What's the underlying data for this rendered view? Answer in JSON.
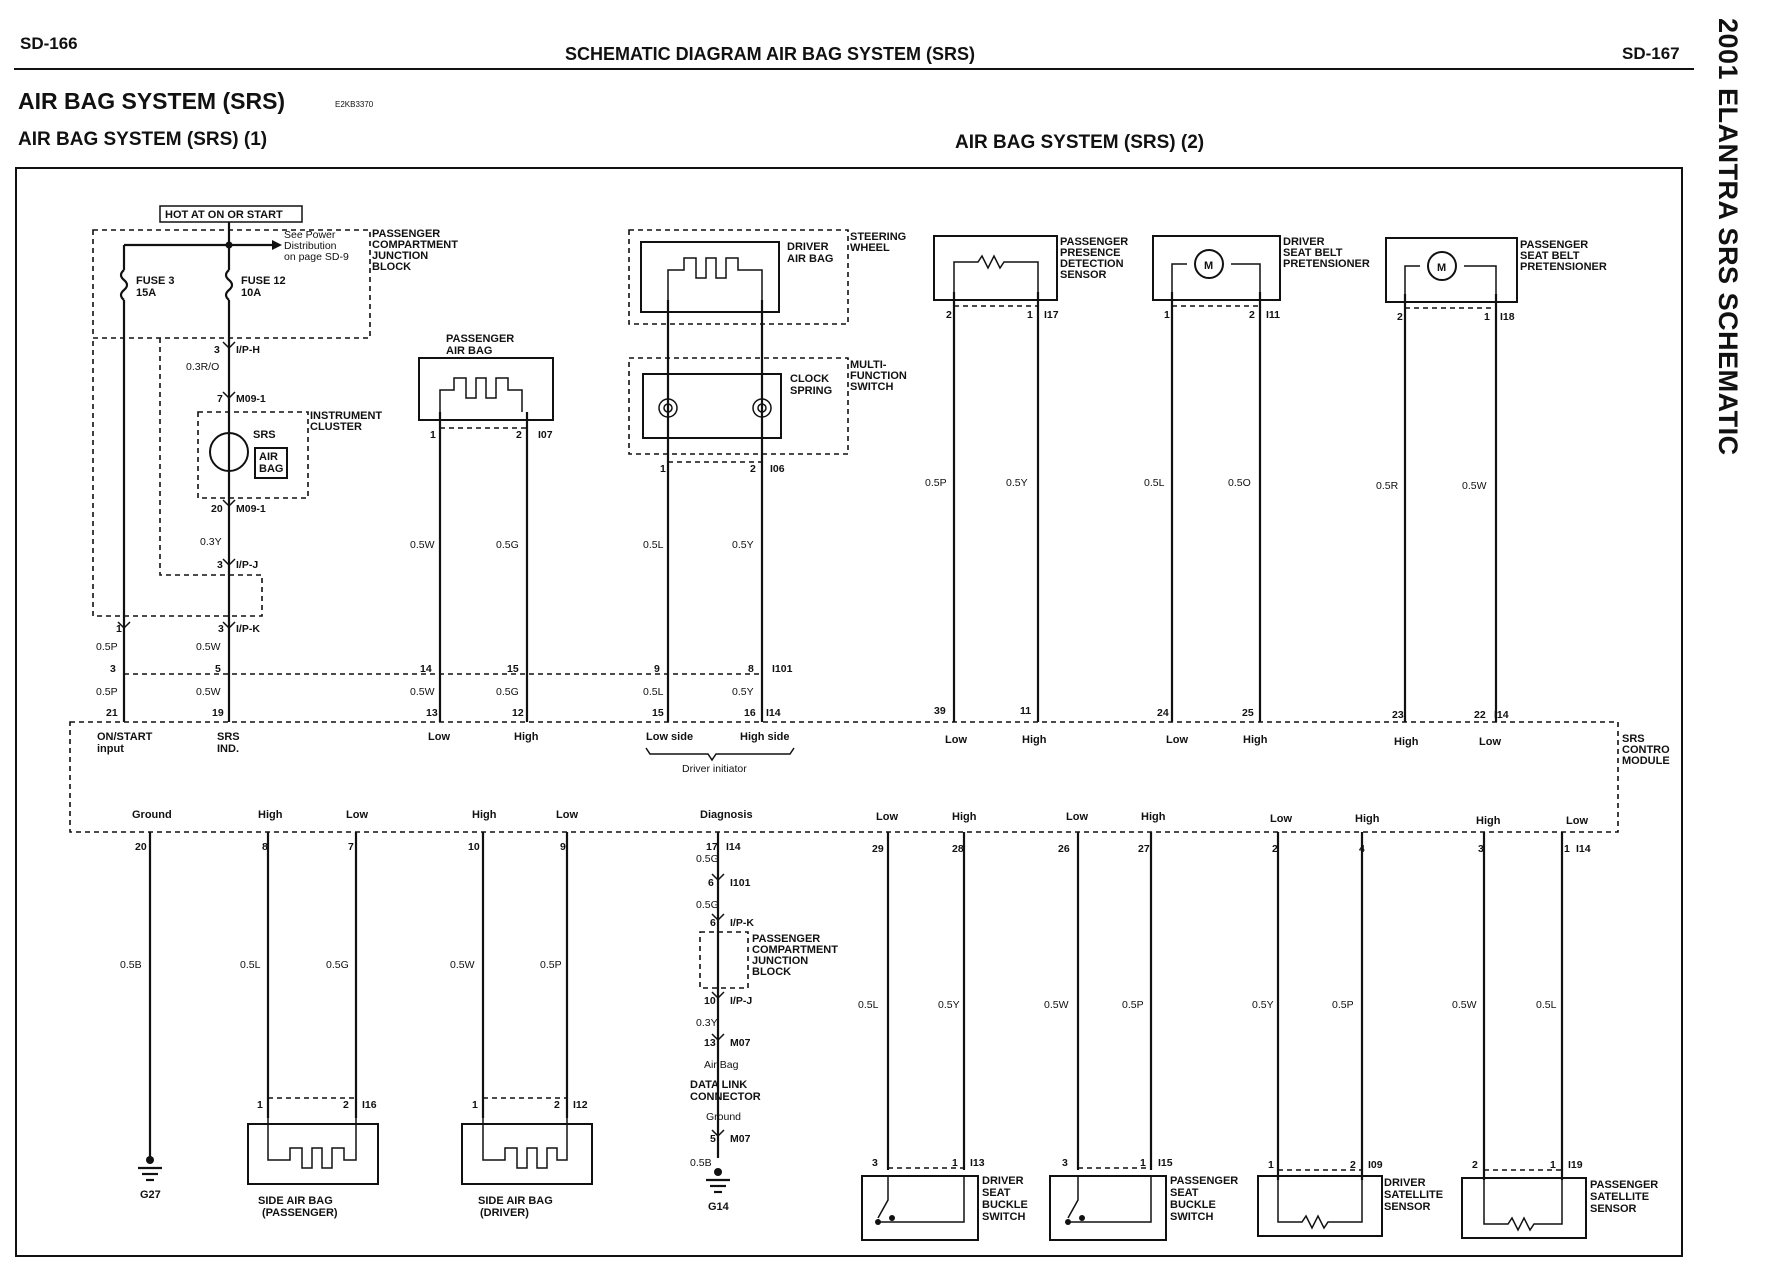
{
  "header": {
    "left_page": "SD-166",
    "title": "SCHEMATIC DIAGRAM AIR BAG SYSTEM (SRS)",
    "right_page": "SD-167",
    "side_title": "2001 ELANTRA SRS SCHEMATIC"
  },
  "section": {
    "title": "AIR BAG SYSTEM (SRS)",
    "code": "E2KB3370",
    "sub1": "AIR BAG SYSTEM (SRS) (1)",
    "sub2": "AIR BAG SYSTEM (SRS) (2)"
  },
  "power": {
    "hot_label": "HOT AT ON OR START",
    "see_power": [
      "See Power",
      "Distribution",
      "on page SD-9"
    ],
    "pcjb": [
      "PASSENGER",
      "COMPARTMENT",
      "JUNCTION",
      "BLOCK"
    ],
    "fuse3": [
      "FUSE 3",
      "15A"
    ],
    "fuse12": [
      "FUSE 12",
      "10A"
    ]
  },
  "instrument": {
    "pins_top": [
      "3",
      "I/P-H"
    ],
    "wire_top": "0.3R/O",
    "m09_top": [
      "7",
      "M09-1"
    ],
    "label": [
      "INSTRUMENT",
      "CLUSTER"
    ],
    "srs": "SRS",
    "airbag": [
      "AIR",
      "BAG"
    ],
    "m09_bot": [
      "20",
      "M09-1"
    ],
    "wire_mid": "0.3Y",
    "ipj": [
      "3",
      "I/P-J"
    ],
    "ipk": [
      "1",
      "3",
      "I/P-K"
    ]
  },
  "left_conn": {
    "w1": [
      "0.5P",
      "0.5W"
    ],
    "p1": [
      "3",
      "5"
    ],
    "w2": [
      "0.5P",
      "0.5W"
    ],
    "p2": [
      "21",
      "19"
    ]
  },
  "pass_airbag": {
    "label": [
      "PASSENGER",
      "AIR BAG"
    ],
    "pins": [
      "1",
      "2",
      "I07"
    ],
    "wires": [
      "0.5W",
      "0.5G"
    ],
    "c1": [
      "14",
      "15"
    ],
    "w2": [
      "0.5W",
      "0.5G"
    ],
    "c2": [
      "13",
      "12"
    ]
  },
  "driver_airbag": {
    "steering": [
      "STEERING",
      "WHEEL"
    ],
    "label": [
      "DRIVER",
      "AIR BAG"
    ],
    "clock": [
      "CLOCK",
      "SPRING"
    ],
    "multi": [
      "MULTI-",
      "FUNCTION",
      "SWITCH"
    ],
    "pins": [
      "1",
      "2",
      "I06"
    ],
    "wires": [
      "0.5L",
      "0.5Y"
    ],
    "c1": [
      "9",
      "8",
      "I101"
    ],
    "w2": [
      "0.5L",
      "0.5Y"
    ],
    "c2": [
      "15",
      "16",
      "I14"
    ]
  },
  "module": {
    "name": [
      "SRS",
      "CONTRO",
      "MODULE"
    ],
    "top_labels": [
      "ON/START",
      "input",
      "SRS",
      "IND.",
      "Low",
      "High",
      "Low side",
      "High side",
      "Driver initiator",
      "Low",
      "High",
      "Low",
      "High",
      "High",
      "Low"
    ],
    "bottom_labels": [
      "Ground",
      "High",
      "Low",
      "High",
      "Low",
      "Diagnosis",
      "Low",
      "High",
      "Low",
      "High",
      "Low",
      "High",
      "High",
      "Low"
    ],
    "bottom_pins": [
      "20",
      "8",
      "7",
      "10",
      "9",
      "17",
      "I14",
      "29",
      "28",
      "26",
      "27",
      "2",
      "4",
      "3",
      "1",
      "I14"
    ]
  },
  "top_right": {
    "ppd": {
      "label": [
        "PASSENGER",
        "PRESENCE",
        "DETECTION",
        "SENSOR"
      ],
      "pins": [
        "2",
        "1",
        "I17"
      ],
      "wires": [
        "0.5P",
        "0.5Y"
      ],
      "mod_pins": [
        "39",
        "11"
      ]
    },
    "dsbp": {
      "label": [
        "DRIVER",
        "SEAT BELT",
        "PRETENSIONER"
      ],
      "pins": [
        "1",
        "2",
        "I11"
      ],
      "wires": [
        "0.5L",
        "0.5O"
      ],
      "mod_pins": [
        "24",
        "25"
      ]
    },
    "psbp": {
      "label": [
        "PASSENGER",
        "SEAT BELT",
        "PRETENSIONER"
      ],
      "pins": [
        "2",
        "1",
        "I18"
      ],
      "wires": [
        "0.5R",
        "0.5W"
      ],
      "mod_pins": [
        "23",
        "22",
        "I14"
      ]
    },
    "motor": "M"
  },
  "bottom": {
    "ground1": {
      "wire": "0.5B",
      "name": "G27"
    },
    "side_pass": {
      "wires": [
        "0.5L",
        "0.5G"
      ],
      "pins": [
        "1",
        "2",
        "I16"
      ],
      "label": [
        "SIDE AIR BAG",
        "(PASSENGER)"
      ]
    },
    "side_drv": {
      "wires": [
        "0.5W",
        "0.5P"
      ],
      "pins": [
        "1",
        "2",
        "I12"
      ],
      "label": [
        "SIDE AIR BAG",
        "(DRIVER)"
      ]
    },
    "dlc": {
      "w1": "0.5G",
      "p1": [
        "6",
        "I101"
      ],
      "w2": "0.5G",
      "p2": [
        "6",
        "I/P-K"
      ],
      "pcjb": [
        "PASSENGER",
        "COMPARTMENT",
        "JUNCTION",
        "BLOCK"
      ],
      "p3": [
        "10",
        "I/P-J"
      ],
      "w3": "0.3Y",
      "p4": [
        "13",
        "M07"
      ],
      "airbag": "Air Bag",
      "label": [
        "DATA LINK",
        "CONNECTOR"
      ],
      "ground": "Ground",
      "p5": [
        "5",
        "M07"
      ],
      "w5": "0.5B",
      "gname": "G14"
    },
    "dsbs": {
      "wires": [
        "0.5L",
        "0.5Y"
      ],
      "pins": [
        "3",
        "1",
        "I13"
      ],
      "label": [
        "DRIVER",
        "SEAT",
        "BUCKLE",
        "SWITCH"
      ]
    },
    "psbs": {
      "wires": [
        "0.5W",
        "0.5P"
      ],
      "pins": [
        "3",
        "1",
        "I15"
      ],
      "label": [
        "PASSENGER",
        "SEAT",
        "BUCKLE",
        "SWITCH"
      ]
    },
    "dss": {
      "wires": [
        "0.5Y",
        "0.5P"
      ],
      "pins": [
        "1",
        "2",
        "I09"
      ],
      "label": [
        "DRIVER",
        "SATELLITE",
        "SENSOR"
      ]
    },
    "pss": {
      "wires": [
        "0.5W",
        "0.5L"
      ],
      "pins": [
        "2",
        "1",
        "I19"
      ],
      "label": [
        "PASSENGER",
        "SATELLITE",
        "SENSOR"
      ]
    }
  }
}
